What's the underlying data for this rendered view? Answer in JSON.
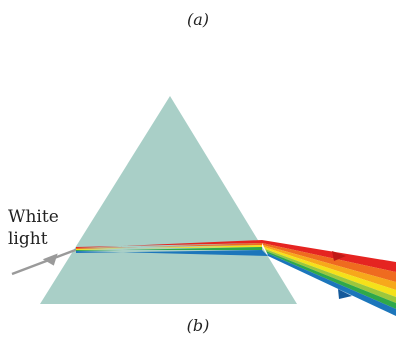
{
  "labels": {
    "part_a": "(a)",
    "part_b": "(b)",
    "white_light_line1": "White",
    "white_light_line2": "light"
  },
  "colors": {
    "prism": "#a9cfc7",
    "incoming_ray": "#9a9a9a",
    "spectrum": [
      "#e52421",
      "#ef6b1f",
      "#f7a81b",
      "#f5e11a",
      "#9cc73c",
      "#2fa84a",
      "#1c76bb"
    ]
  },
  "icons": {
    "ray_arrow": "arrowhead-icon"
  }
}
